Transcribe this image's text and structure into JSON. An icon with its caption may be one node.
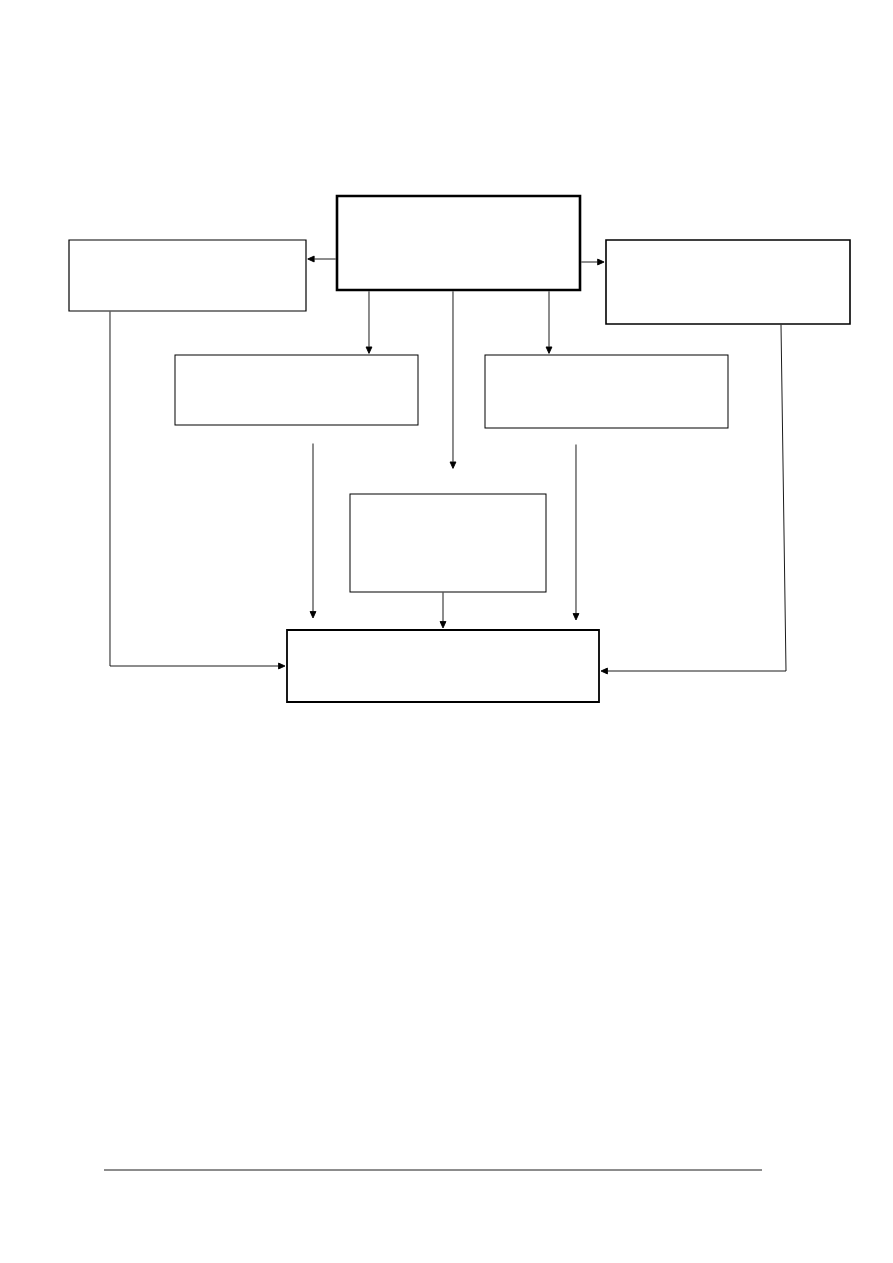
{
  "diagram": {
    "nodes": [
      {
        "text": [],
        "shape": "box"
      },
      {
        "text": [],
        "shape": "box"
      },
      {
        "text": [],
        "shape": "box"
      },
      {
        "text": [],
        "shape": "box"
      },
      {
        "text": [],
        "shape": "box"
      },
      {
        "text": [],
        "shape": "box"
      },
      {
        "text": [],
        "shape": "box"
      }
    ],
    "edges": [
      {
        "from": 0,
        "to": 1,
        "arrow": "to"
      },
      {
        "from": 0,
        "to": 2,
        "arrow": "to"
      },
      {
        "from": 0,
        "to": 3,
        "arrow": "to"
      },
      {
        "from": 0,
        "to": 5,
        "arrow": "to"
      },
      {
        "from": 0,
        "to": 4,
        "arrow": "to"
      },
      {
        "from": 1,
        "to": 6,
        "arrow": "to"
      },
      {
        "from": 3,
        "to": 6,
        "arrow": "to"
      },
      {
        "from": 5,
        "to": 6,
        "arrow": "to"
      },
      {
        "from": 4,
        "to": 6,
        "arrow": "to"
      },
      {
        "from": 2,
        "to": 6,
        "arrow": "to"
      }
    ]
  }
}
